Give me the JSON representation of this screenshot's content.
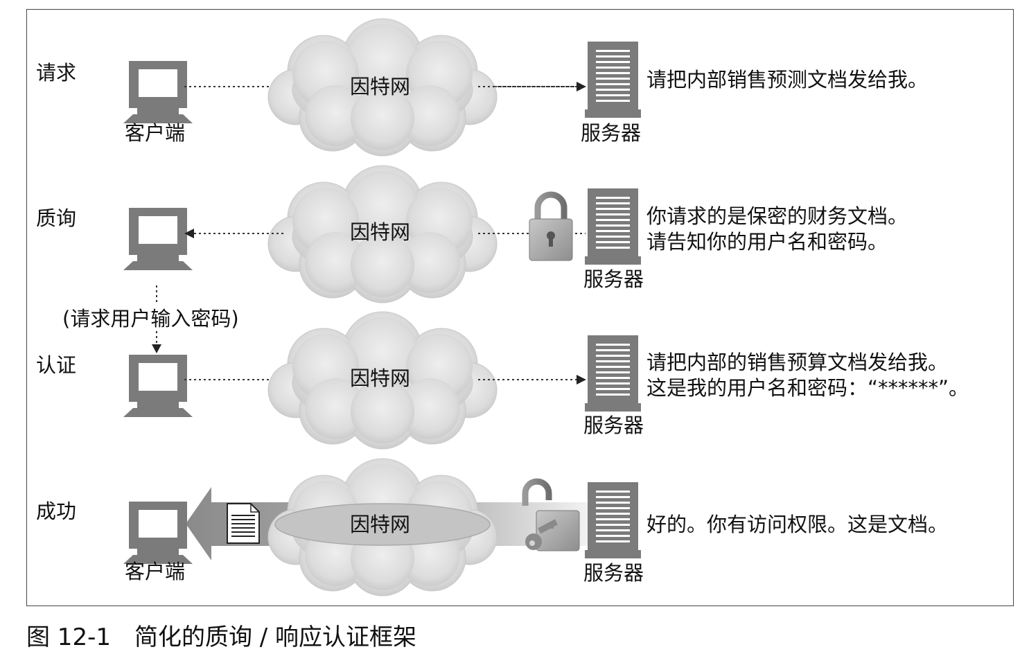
{
  "rows": [
    {
      "step": "请求",
      "cloud": "因特网",
      "client_label": "客户端",
      "server_label": "服务器",
      "message": [
        "请把内部销售预测文档发给我。"
      ]
    },
    {
      "step": "质询",
      "cloud": "因特网",
      "client_label": "",
      "server_label": "服务器",
      "message": [
        "你请求的是保密的财务文档。",
        "请告知你的用户名和密码。"
      ]
    },
    {
      "step": "认证",
      "cloud": "因特网",
      "client_label": "",
      "server_label": "服务器",
      "message": [
        "请把内部的销售预算文档发给我。",
        "这是我的用户名和密码：“******”。"
      ]
    },
    {
      "step": "成功",
      "cloud": "因特网",
      "client_label": "客户端",
      "server_label": "服务器",
      "message": [
        "好的。你有访问权限。这是文档。"
      ]
    }
  ],
  "prompt_note": "(请求用户输入密码)",
  "caption": {
    "number": "图 12-1",
    "title": "简化的质询 / 响应认证框架"
  },
  "icons": [
    "computer-icon",
    "server-icon",
    "cloud-icon",
    "lock-icon",
    "unlocked-padlock-icon",
    "key-icon",
    "document-icon"
  ]
}
